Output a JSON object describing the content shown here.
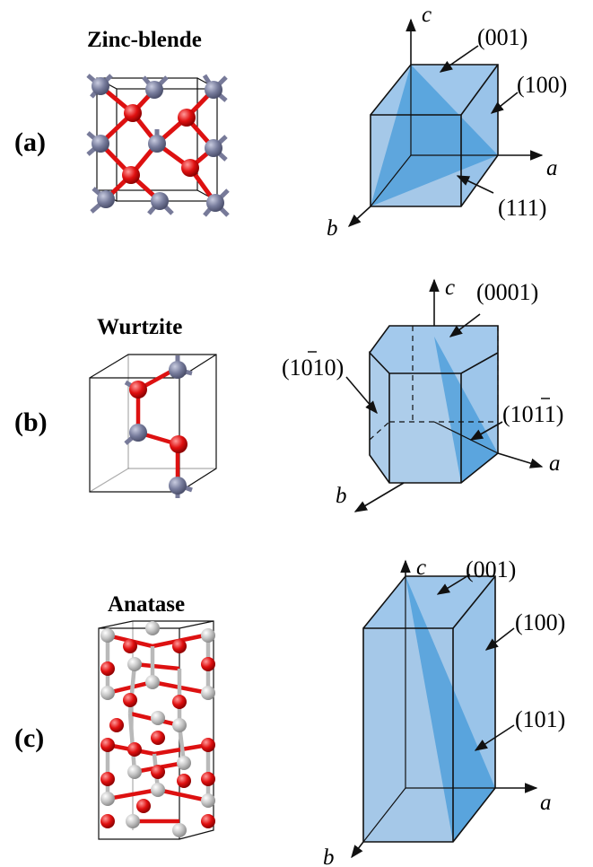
{
  "panels": [
    {
      "label": "(a)",
      "title": "Zinc-blende",
      "axes": {
        "a": "a",
        "b": "b",
        "c": "c"
      },
      "planes": [
        "(001)",
        "(100)",
        "(111)"
      ]
    },
    {
      "label": "(b)",
      "title": "Wurtzite",
      "axes": {
        "a": "a",
        "b": "b",
        "c": "c"
      },
      "planes": [
        "(0001)",
        "(1010)",
        "(1011)"
      ],
      "plane_overbar_note": "digit 1 in (1010) and the second 1 in (1011) carry overbars"
    },
    {
      "label": "(c)",
      "title": "Anatase",
      "axes": {
        "a": "a",
        "b": "b",
        "c": "c"
      },
      "planes": [
        "(001)",
        "(100)",
        "(101)"
      ]
    }
  ],
  "colors": {
    "cation_gray_blue": "#7a7f9e",
    "anion_red": "#e01010",
    "anatase_ti_gray": "#c8c8c8",
    "crystal_fill": "#5b9bd5",
    "plane_fill": "#2e8fd6"
  }
}
